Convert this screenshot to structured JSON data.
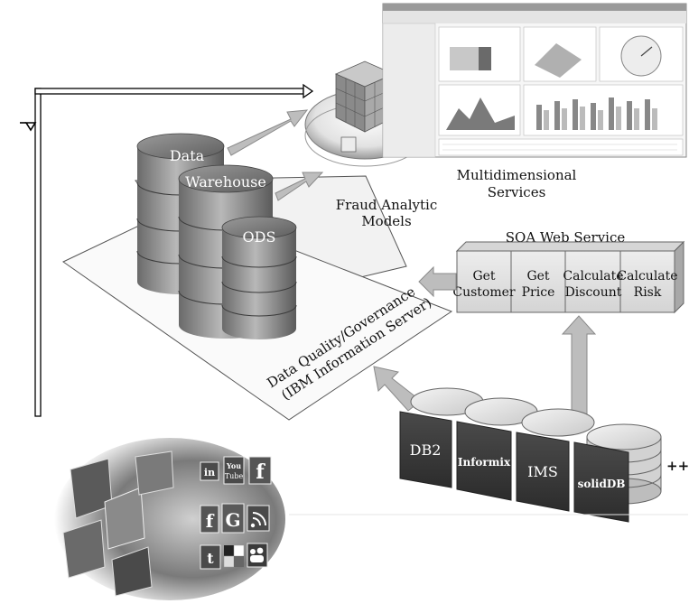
{
  "db_labels": {
    "data": "Data",
    "warehouse": "Warehouse",
    "ods": "ODS"
  },
  "models": {
    "line1": "Fraud Analytic",
    "line2": "Models"
  },
  "multidim": {
    "line1": "Multidimensional",
    "line2": "Services"
  },
  "soa": {
    "title": "SOA Web Service",
    "cells": [
      {
        "line1": "Get",
        "line2": "Customer"
      },
      {
        "line1": "Get",
        "line2": "Price"
      },
      {
        "line1": "Calculate",
        "line2": "Discount"
      },
      {
        "line1": "Calculate",
        "line2": "Risk"
      }
    ]
  },
  "governance": {
    "line1": "Data Quality/Governance",
    "line2": "(IBM Information Server)"
  },
  "databases": [
    "DB2",
    "Informix",
    "IMS",
    "solidDB"
  ],
  "more": "++",
  "social_icons": [
    "in",
    "You Tube",
    "f",
    "f",
    "G",
    "rss",
    "twitter",
    "delicious",
    "myspace"
  ]
}
